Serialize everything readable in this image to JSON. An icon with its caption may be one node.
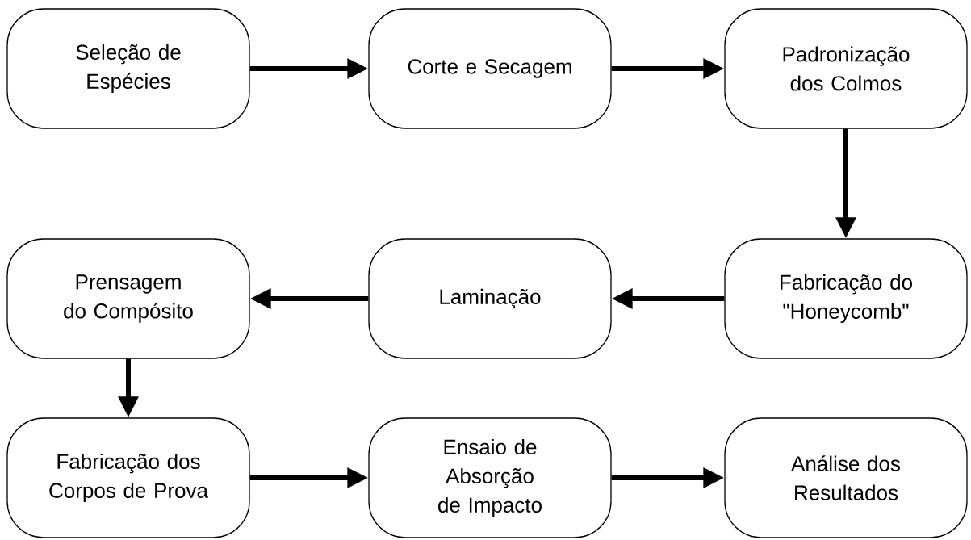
{
  "diagram": {
    "nodes": [
      {
        "text": [
          "Seleção de Espécies"
        ]
      },
      {
        "text": [
          "Corte e Secagem"
        ]
      },
      {
        "text": [
          "Padronização dos Colmos"
        ]
      },
      {
        "text": [
          "Prensagem do Compósito"
        ]
      },
      {
        "text": [
          "Laminação"
        ]
      },
      {
        "text": [
          "Fabricação do \"Honeycomb\""
        ]
      },
      {
        "text": [
          "Fabricação dos Corpos de Prova"
        ]
      },
      {
        "text": [
          "Ensaio de Absorção de Impacto"
        ]
      },
      {
        "text": [
          "Análise dos Resultados"
        ]
      }
    ],
    "edges": [
      {
        "from": 0,
        "to": 1,
        "arrow": "to"
      },
      {
        "from": 1,
        "to": 2,
        "arrow": "to"
      },
      {
        "from": 2,
        "to": 5,
        "arrow": "to"
      },
      {
        "from": 5,
        "to": 4,
        "arrow": "to"
      },
      {
        "from": 4,
        "to": 3,
        "arrow": "to"
      },
      {
        "from": 3,
        "to": 6,
        "arrow": "to"
      },
      {
        "from": 6,
        "to": 7,
        "arrow": "to"
      },
      {
        "from": 7,
        "to": 8,
        "arrow": "to"
      }
    ]
  }
}
